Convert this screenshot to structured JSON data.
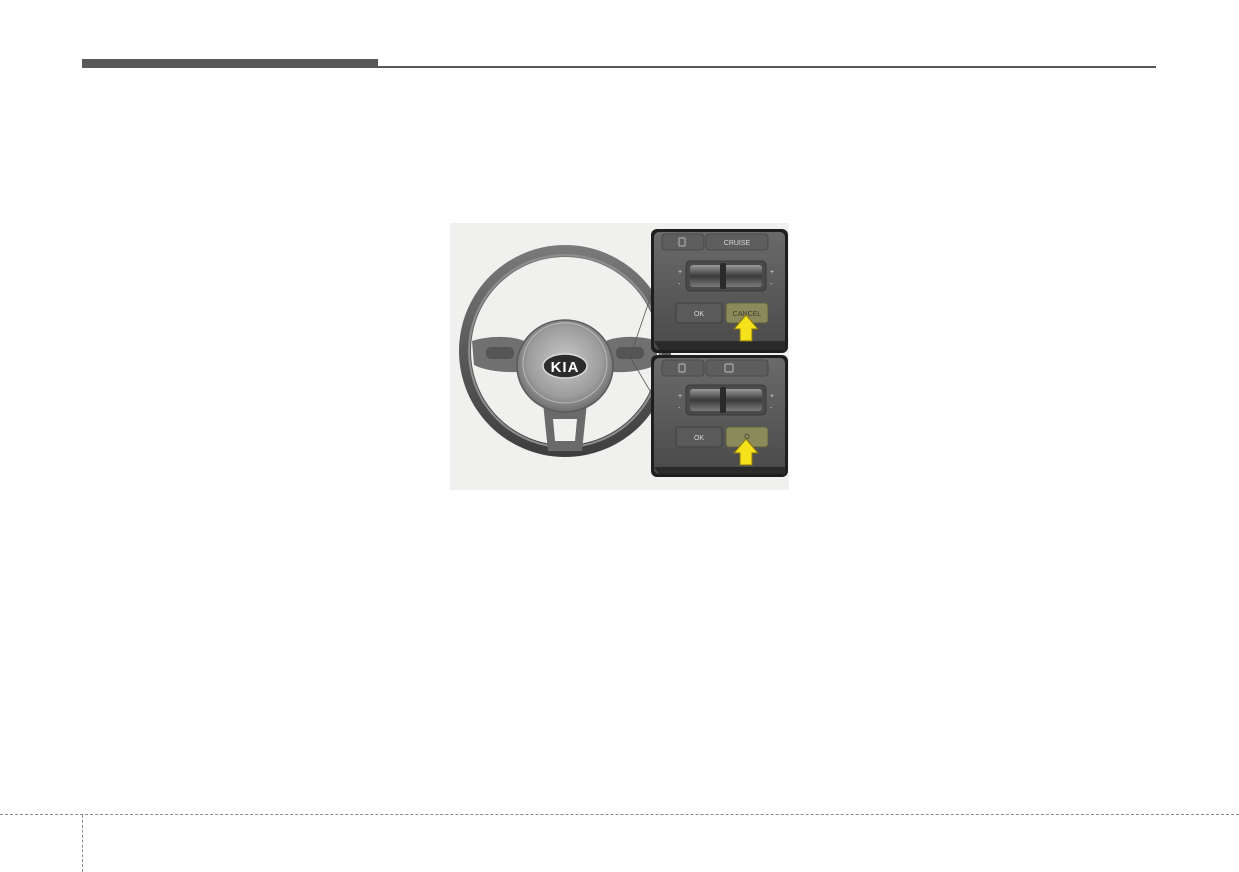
{
  "figure": {
    "brand_logo": "KIA",
    "panel_top": {
      "top_button": "CRUISE",
      "left_button": "OK",
      "right_button": "CANCEL"
    },
    "panel_bottom": {
      "left_button": "OK",
      "right_button": "O"
    },
    "colors": {
      "arrow": "#f5e21b",
      "highlight": "#8a8a5a"
    }
  }
}
